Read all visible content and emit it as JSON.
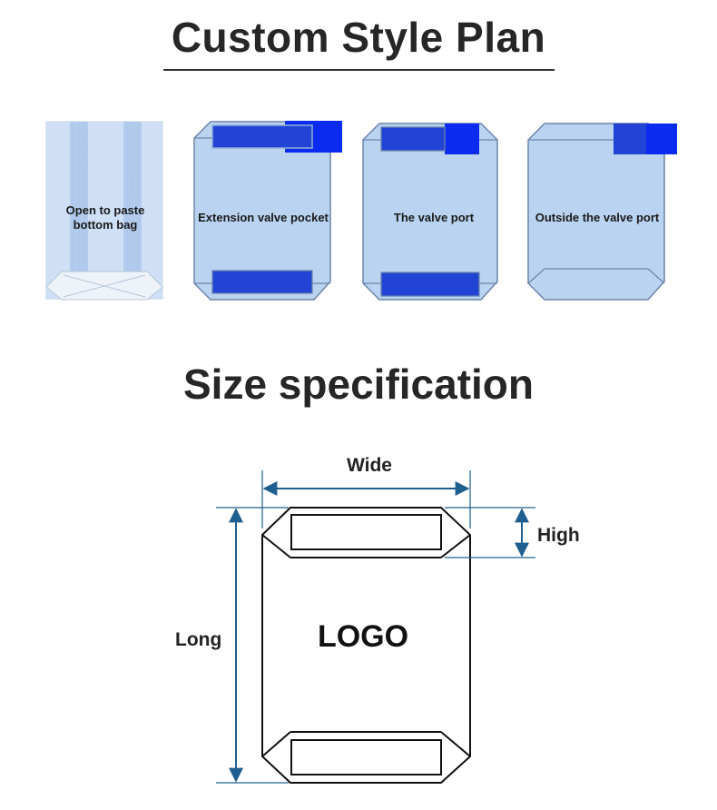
{
  "header": {
    "title": "Custom Style Plan",
    "subtitle": "Size specification"
  },
  "bag_styles": [
    {
      "label": "Open to paste bottom bag"
    },
    {
      "label": "Extension valve pocket"
    },
    {
      "label": "The valve port"
    },
    {
      "label": "Outside the valve port"
    }
  ],
  "spec_diagram": {
    "wide_label": "Wide",
    "high_label": "High",
    "long_label": "Long",
    "logo_text": "LOGO"
  },
  "colors": {
    "bag_fill": "#b9d3f0",
    "bag_stroke": "#6b86a8",
    "valve_blue": "#2244d4",
    "valve_bright": "#0b2bf0",
    "dimension_blue": "#1f5f8f"
  }
}
